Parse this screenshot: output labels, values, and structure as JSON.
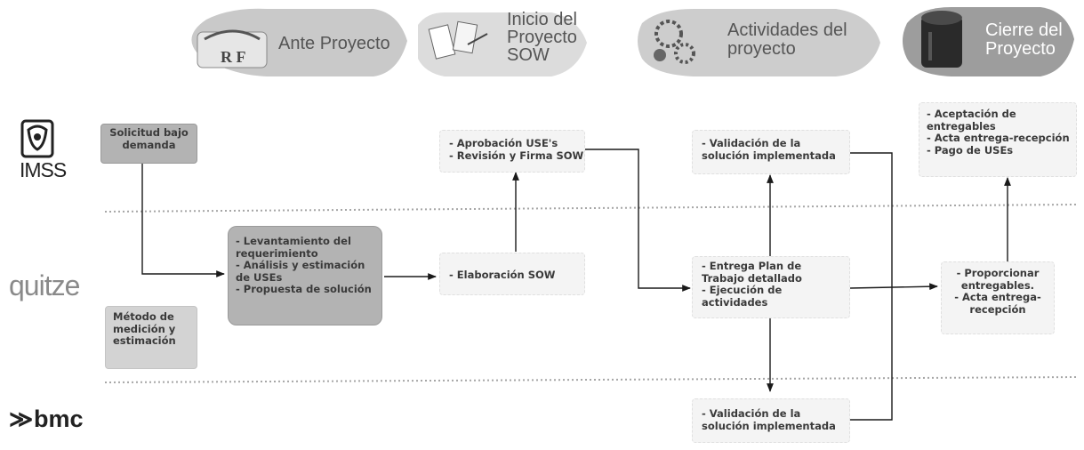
{
  "phases": [
    {
      "id": "ante",
      "label": "Ante Proyecto",
      "icon": "rf-logo-icon",
      "icon_text": "RF"
    },
    {
      "id": "inicio",
      "label_lines": [
        "Inicio del",
        "Proyecto",
        "SOW"
      ],
      "icon": "contract-document-icon"
    },
    {
      "id": "actividades",
      "label_lines": [
        "Actividades del",
        "proyecto"
      ],
      "icon": "team-gears-icon"
    },
    {
      "id": "cierre",
      "label_lines": [
        "Cierre del",
        "Proyecto"
      ],
      "icon": "dark-cylinder-icon"
    }
  ],
  "lanes": [
    {
      "id": "imss",
      "logo_text": "IMSS",
      "icon": "imss-eagle-logo-icon"
    },
    {
      "id": "quitze",
      "logo_text": "quitze",
      "icon": "quitze-logo-icon"
    },
    {
      "id": "bmc",
      "logo_text": "bmc",
      "icon": "bmc-logo-icon"
    }
  ],
  "boxes": {
    "solicitud": [
      "Solicitud bajo",
      "demanda"
    ],
    "metodo": [
      "Método de",
      "medición y",
      "estimación"
    ],
    "levantamiento": [
      "- Levantamiento del",
      "requerimiento",
      "- Análisis y estimación",
      "de USEs",
      "- Propuesta de solución"
    ],
    "aprobacion": [
      "- Aprobación USE's",
      "- Revisión y Firma SOW"
    ],
    "elaboracion": [
      "- Elaboración SOW"
    ],
    "validacion_top": [
      "- Validación de la",
      "solución implementada"
    ],
    "entrega_plan": [
      "- Entrega Plan de",
      "Trabajo detallado",
      "- Ejecución de",
      "actividades"
    ],
    "validacion_bottom": [
      "- Validación de la",
      "solución implementada"
    ],
    "aceptacion": [
      "- Aceptación de",
      "entregables",
      "- Acta entrega-recepción",
      "- Pago de USEs"
    ],
    "proporcionar": [
      "- Proporcionar",
      "entregables.",
      "- Acta entrega-",
      "recepción"
    ]
  },
  "colors": {
    "phase_grey": "#c9c9c9",
    "phase_dark": "#9a9a9a",
    "box_grey": "#b3b3b3",
    "box_light": "#f4f4f4",
    "arrow": "#1a1a1a",
    "divider": "#a6a6a6"
  }
}
